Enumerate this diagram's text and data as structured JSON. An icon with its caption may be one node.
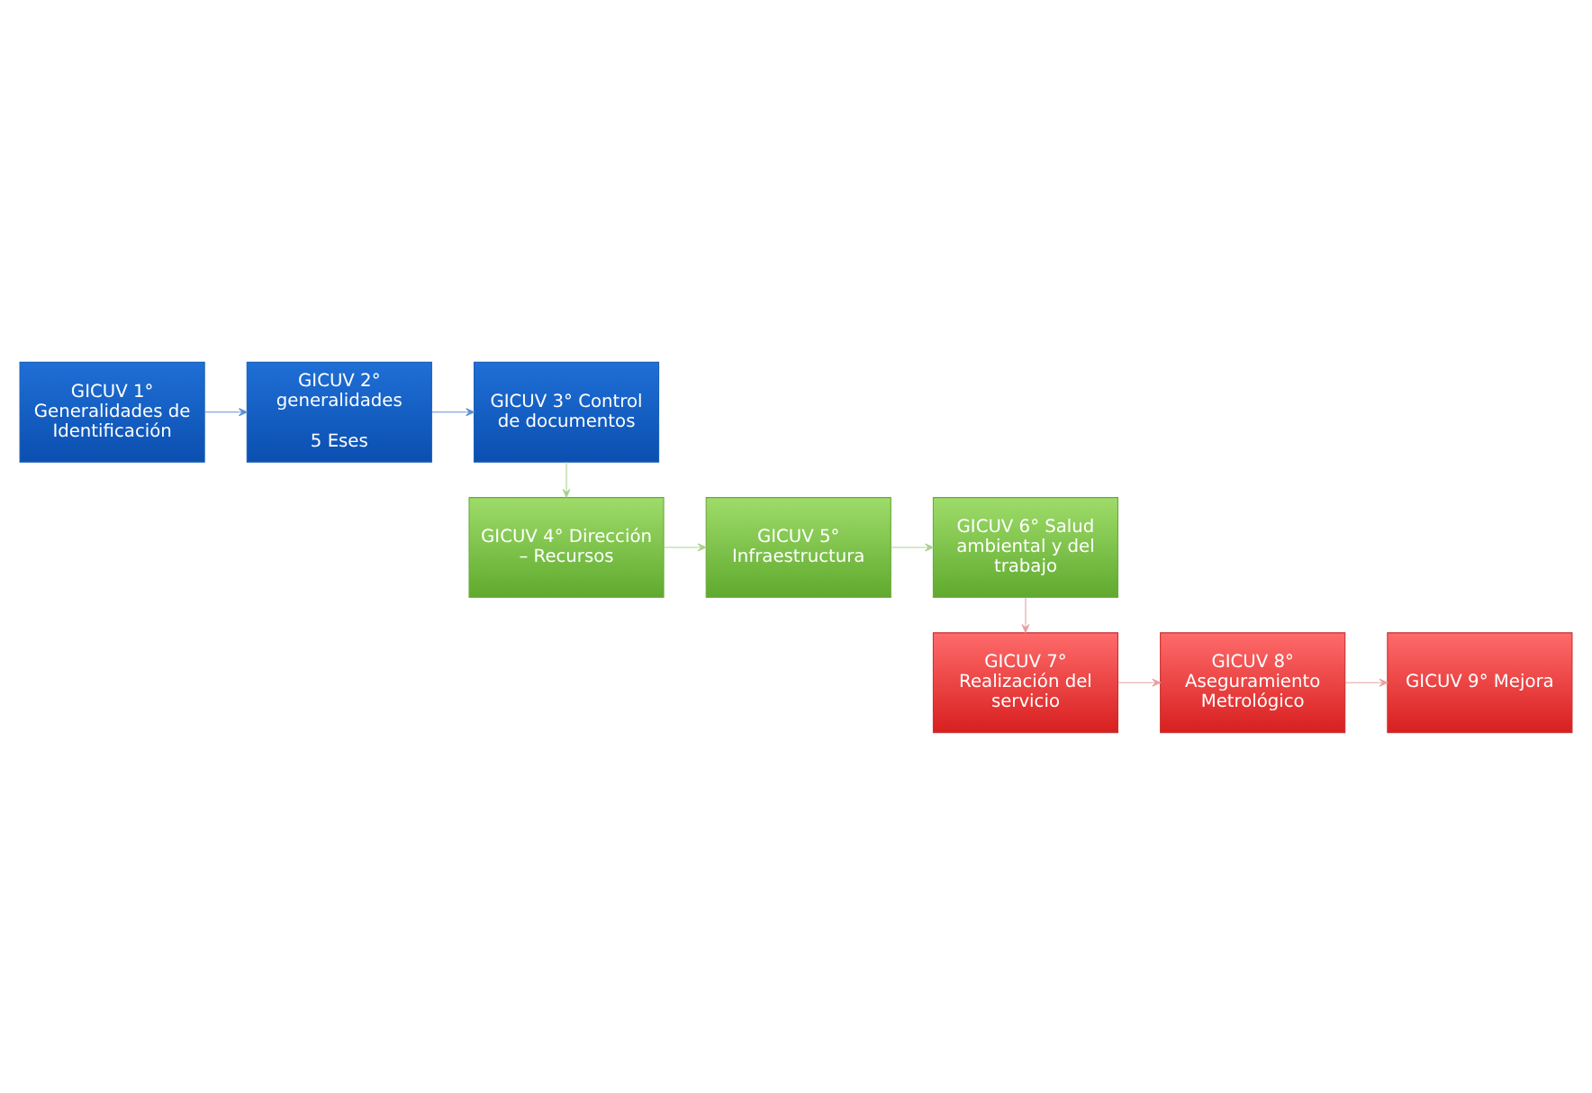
{
  "diagram": {
    "nodes": [
      {
        "text": [
          "GICUV 1° Generalidades de Identificación"
        ]
      },
      {
        "text": [
          "GICUV 2° generalidades",
          "5 Eses"
        ]
      },
      {
        "text": [
          "GICUV 3° Control de documentos"
        ]
      },
      {
        "text": [
          "GICUV 4° Dirección – Recursos"
        ]
      },
      {
        "text": [
          "GICUV 5° Infraestructura"
        ]
      },
      {
        "text": [
          "GICUV 6° Salud ambiental y del trabajo"
        ]
      },
      {
        "text": [
          "GICUV 7° Realización del servicio"
        ]
      },
      {
        "text": [
          "GICUV 8° Aseguramiento Metrológico"
        ]
      },
      {
        "text": [
          "GICUV 9° Mejora"
        ]
      }
    ],
    "edges": [
      {
        "from": 0,
        "to": 1,
        "arrow": "to",
        "color": "#5b8fd6"
      },
      {
        "from": 1,
        "to": 2,
        "arrow": "to",
        "color": "#5b8fd6"
      },
      {
        "from": 2,
        "to": 3,
        "arrow": "to",
        "color": "#a9d18e"
      },
      {
        "from": 3,
        "to": 4,
        "arrow": "to",
        "color": "#a9d18e"
      },
      {
        "from": 4,
        "to": 5,
        "arrow": "to",
        "color": "#a9d18e"
      },
      {
        "from": 5,
        "to": 6,
        "arrow": "to",
        "color": "#e8a0a0"
      },
      {
        "from": 6,
        "to": 7,
        "arrow": "to",
        "color": "#e8a0a0"
      },
      {
        "from": 7,
        "to": 8,
        "arrow": "to",
        "color": "#e8a0a0"
      }
    ]
  }
}
